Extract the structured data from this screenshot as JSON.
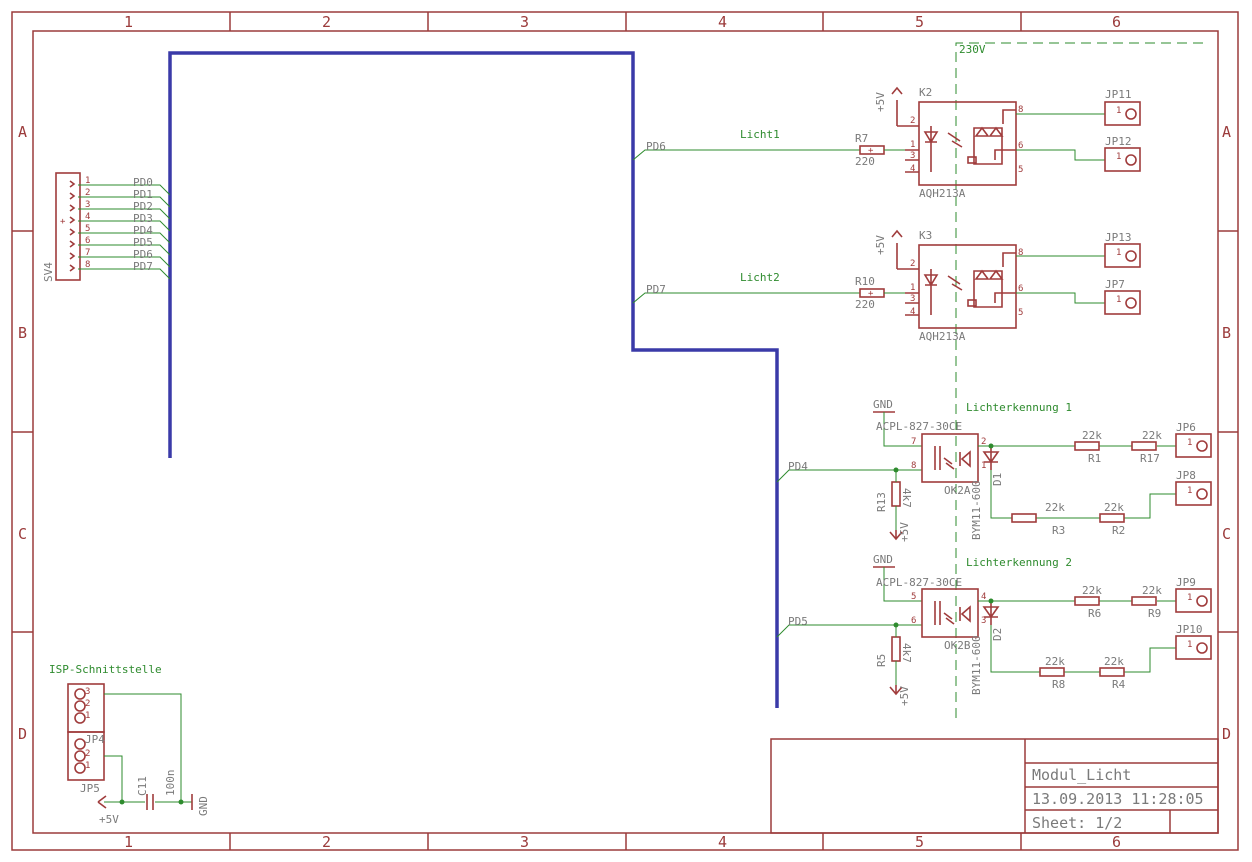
{
  "zones": {
    "columns": [
      "1",
      "2",
      "3",
      "4",
      "5",
      "6"
    ],
    "rows": [
      "A",
      "B",
      "C",
      "D"
    ]
  },
  "nets": {
    "v230": "230V",
    "licht1": "Licht1",
    "licht2": "Licht2",
    "lichterkennung1": "Lichterkennung 1",
    "lichterkennung2": "Lichterkennung 2",
    "isp": "ISP-Schnittstelle",
    "pd4": "PD4",
    "pd5": "PD5",
    "pd6": "PD6",
    "pd7": "PD7"
  },
  "connector_sv4": {
    "name": "SV4",
    "pins": [
      "1",
      "2",
      "3",
      "4",
      "5",
      "6",
      "7",
      "8"
    ],
    "signals": [
      "PD0",
      "PD1",
      "PD2",
      "PD3",
      "PD4",
      "PD5",
      "PD6",
      "PD7"
    ]
  },
  "relays": [
    {
      "ref": "K2",
      "type": "AQH213A",
      "supply": "+5V",
      "resistor": "R7",
      "value": "220",
      "jp_top": "JP11",
      "jp_bottom": "JP12",
      "pins_left": [
        "2",
        "1",
        "3",
        "4"
      ],
      "pins_right": [
        "8",
        "6",
        "5"
      ]
    },
    {
      "ref": "K3",
      "type": "AQH213A",
      "supply": "+5V",
      "resistor": "R10",
      "value": "220",
      "jp_top": "JP13",
      "jp_bottom": "JP7",
      "pins_left": [
        "2",
        "1",
        "3",
        "4"
      ],
      "pins_right": [
        "8",
        "6",
        "5"
      ]
    }
  ],
  "optos": [
    {
      "ref": "OK2A",
      "type": "ACPL-827-30CE",
      "gnd": "GND",
      "pin_top": "7",
      "pin_bottom": "8",
      "pin_out": "2",
      "pin_out2": "1",
      "pullup": "R13",
      "pullup_value": "4k7",
      "supply": "+5V",
      "diode": "D1",
      "diode_type": "BYM11-600",
      "r_top": [
        "R1",
        "R17"
      ],
      "r_bottom": [
        "R3",
        "R2"
      ],
      "r_value": "22k",
      "jp_top": "JP6",
      "jp_bottom": "JP8"
    },
    {
      "ref": "OK2B",
      "type": "ACPL-827-30CE",
      "gnd": "GND",
      "pin_top": "5",
      "pin_bottom": "6",
      "pin_out": "4",
      "pin_out2": "3",
      "pullup": "R5",
      "pullup_value": "4k7",
      "supply": "+5V",
      "diode": "D2",
      "diode_type": "BYM11-600",
      "r_top": [
        "R6",
        "R9"
      ],
      "r_bottom": [
        "R8",
        "R4"
      ],
      "r_value": "22k",
      "jp_top": "JP9",
      "jp_bottom": "JP10"
    }
  ],
  "jp_pin": "1",
  "isp": {
    "jp_upper": "JP5",
    "jp_lower": "JP4",
    "pins": [
      "3",
      "2",
      "1"
    ],
    "cap": "C11",
    "cap_value": "100n",
    "supply": "+5V",
    "gnd": "GND"
  },
  "title_block": {
    "name": "Modul_Licht",
    "date": "13.09.2013 11:28:05",
    "sheet": "Sheet: 1/2"
  },
  "colors": {
    "frame": "#9b3b3b",
    "component": "#a03c3c",
    "wire": "#2e8b2e",
    "bus": "#3a3aa8",
    "text": "#7a7a7a"
  }
}
